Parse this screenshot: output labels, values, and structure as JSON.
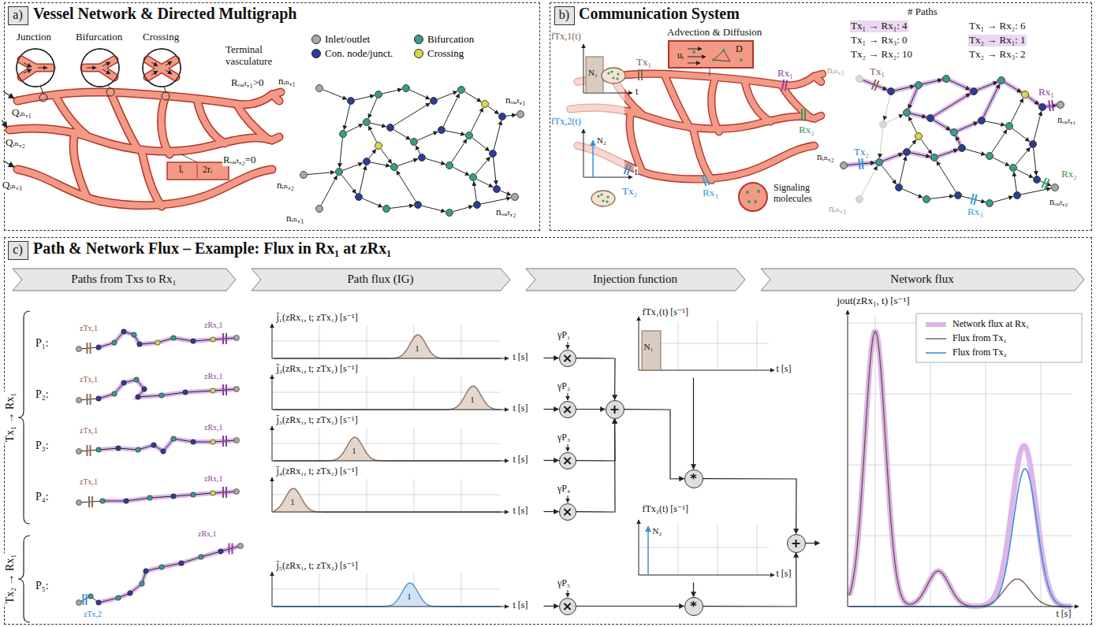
{
  "diagram": {
    "nodes": [
      {
        "text": [
          "Vessel Network & Directed Multigraph"
        ]
      },
      {
        "text": [
          "a)"
        ],
        "in": 0
      },
      {
        "text": [
          "Communication System"
        ]
      },
      {
        "text": [
          "b)"
        ],
        "in": 2
      },
      {
        "text": [
          "Path & Network Flux – Example: Flux in Rx₁ at zRx₁"
        ]
      },
      {
        "text": [
          "c)"
        ],
        "in": 4
      },
      {
        "text": [
          "Paths from Txs to Rx₁"
        ],
        "in": 4
      },
      {
        "text": [
          "Path flux (IG)"
        ],
        "in": 4
      },
      {
        "text": [
          "Injection function"
        ],
        "in": 4
      },
      {
        "text": [
          "Network flux"
        ],
        "in": 4
      },
      {
        "text": [
          "j̄₁(zRx₁, t; zTx₁) [s⁻¹]",
          "1",
          "t [s]"
        ],
        "in": 4
      },
      {
        "text": [
          "×"
        ],
        "in": 4
      },
      {
        "text": [
          "j̄₂(zRx₁, t; zTx₁) [s⁻¹]",
          "1",
          "t [s]"
        ],
        "in": 4
      },
      {
        "text": [
          "×"
        ],
        "in": 4
      },
      {
        "text": [
          "j̄₃(zRx₁, t; zTx₁) [s⁻¹]",
          "1",
          "t [s]"
        ],
        "in": 4
      },
      {
        "text": [
          "×"
        ],
        "in": 4
      },
      {
        "text": [
          "j̄₄(zRx₁, t; zTx₁) [s⁻¹]",
          "1",
          "t [s]"
        ],
        "in": 4
      },
      {
        "text": [
          "×"
        ],
        "in": 4
      },
      {
        "text": [
          "j̄₅(zRx₁, t; zTx₂) [s⁻¹]",
          "1",
          "t [s]"
        ],
        "in": 4
      },
      {
        "text": [
          "×"
        ],
        "in": 4
      },
      {
        "text": [
          "+"
        ],
        "in": 4
      },
      {
        "text": [
          "fTx₁(t) [s⁻¹]",
          "N₁",
          "t [s]"
        ],
        "in": 4
      },
      {
        "text": [
          "*"
        ],
        "in": 4
      },
      {
        "text": [
          "fTx₂(t) [s⁻¹]",
          "N₂",
          "t [s]"
        ],
        "in": 4
      },
      {
        "text": [
          "*"
        ],
        "in": 4
      },
      {
        "text": [
          "+"
        ],
        "in": 4
      },
      {
        "text": [
          "jout(zRx₁, t) [s⁻¹]",
          "t [s]"
        ],
        "in": 4
      }
    ],
    "edges": [
      {
        "from": 10,
        "to": 11,
        "arrow": "to"
      },
      {
        "from": 12,
        "to": 13,
        "arrow": "to"
      },
      {
        "from": 14,
        "to": 15,
        "arrow": "to"
      },
      {
        "from": 16,
        "to": 17,
        "arrow": "to"
      },
      {
        "from": 11,
        "to": 20,
        "arrow": "to"
      },
      {
        "from": 13,
        "to": 20,
        "arrow": "to"
      },
      {
        "from": 15,
        "to": 20,
        "arrow": "to"
      },
      {
        "from": 17,
        "to": 20,
        "arrow": "to"
      },
      {
        "from": 18,
        "to": 19,
        "arrow": "to"
      },
      {
        "from": 20,
        "to": 22,
        "arrow": "to"
      },
      {
        "from": 21,
        "to": 22,
        "arrow": "to"
      },
      {
        "from": 19,
        "to": 24,
        "arrow": "to"
      },
      {
        "from": 23,
        "to": 24,
        "arrow": "to"
      },
      {
        "from": 22,
        "to": 25,
        "arrow": "to"
      },
      {
        "from": 24,
        "to": 25,
        "arrow": "to"
      },
      {
        "from": 25,
        "to": 26,
        "arrow": "to"
      }
    ],
    "labels": [
      "Junction",
      "Bifurcation",
      "Crossing",
      "Terminal vasculature",
      "Qᵢₙ,₁",
      "Qᵢₙ,₂",
      "Qᵢₙ,₃",
      "Rₒᵤₜ,₁>0",
      "Rₒᵤₜ,₂=0",
      "lᵢ",
      "2rᵢ",
      "nᵢₙ,₁",
      "nᵢₙ,₂",
      "nᵢₙ,₃",
      "nₒᵤₜ,₁",
      "nₒᵤₜ,₂",
      "Advection & Diffusion",
      "uᵢ",
      "D",
      "fTx,1(t)",
      "N₁",
      "t",
      "fTx,2(t)",
      "N₂",
      "t",
      "Tx₁",
      "Tx₂",
      "Rx₁",
      "Rx₂",
      "Rx₃",
      "Signaling molecules",
      "# Paths",
      "Tx₁ → Rx₁: 4",
      "Tx₁ → Rx₂: 6",
      "Tx₁ → Rx₃: 0",
      "Tx₂ → Rx₁: 1",
      "Tx₂ → Rx₂: 10",
      "Tx₂ → Rx₃: 2",
      "nᵢₙ,₁",
      "nᵢₙ,₂",
      "nᵢₙ,₃",
      "nₒᵤₜ,₁",
      "nₒᵤₜ,₂",
      "Tx₁",
      "Tx₂",
      "Rx₁",
      "Rx₂",
      "Rx₃",
      "P₁:",
      "P₂:",
      "P₃:",
      "P₄:",
      "P₅:",
      "zTx,1",
      "zRx,1",
      "zTx,1",
      "zRx,1",
      "zTx,1",
      "zRx,1",
      "zTx,1",
      "zRx,1",
      "zTx,2",
      "zRx,1",
      "Tx₁ → Rx₁",
      "Tx₂ → Rx₁",
      "γP₁",
      "γP₂",
      "γP₃",
      "γP₄",
      "γP₅"
    ],
    "legend": [
      {
        "text": "Inlet/outlet",
        "color": "#a8a8a8"
      },
      {
        "text": "Bifurcation",
        "color": "#3a9c8c"
      },
      {
        "text": "Con. node/junct.",
        "color": "#2e3c96"
      },
      {
        "text": "Crossing",
        "color": "#d8d64a"
      },
      {
        "text": "Network flux at Rx₁"
      },
      {
        "text": "Flux from Tx₁"
      },
      {
        "text": "Flux from Tx₂"
      }
    ]
  }
}
